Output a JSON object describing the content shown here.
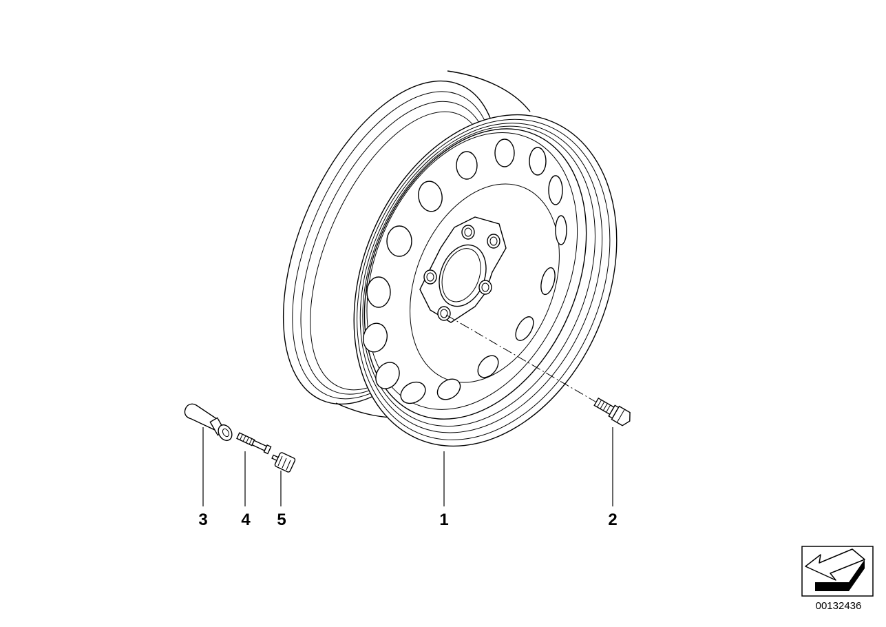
{
  "callouts": {
    "part_1": "1",
    "part_2": "2",
    "part_3": "3",
    "part_4": "4",
    "part_5": "5"
  },
  "document_number": "00132436",
  "colors": {
    "line": "#000000",
    "background": "#ffffff"
  },
  "icons": [
    "steel-wheel-rim",
    "wheel-bolt",
    "valve-stem",
    "valve-core",
    "valve-cap",
    "view-direction-arrow-icon"
  ]
}
